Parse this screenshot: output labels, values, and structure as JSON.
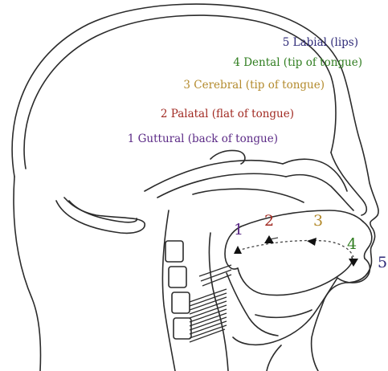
{
  "labels": [
    {
      "id": "labial",
      "text": "5 Labial (lips)",
      "color": "#2e2a78"
    },
    {
      "id": "dental",
      "text": "4 Dental (tip of tongue)",
      "color": "#2f7d1f"
    },
    {
      "id": "cerebral",
      "text": "3 Cerebral (tip of tongue)",
      "color": "#b38a2c"
    },
    {
      "id": "palatal",
      "text": "2 Palatal (flat of tongue)",
      "color": "#a12a22"
    },
    {
      "id": "guttural",
      "text": "1 Guttural (back of tongue)",
      "color": "#5b2a86"
    }
  ],
  "points": [
    {
      "id": "p1",
      "text": "1",
      "color": "#5b2a86"
    },
    {
      "id": "p2",
      "text": "2",
      "color": "#a12a22"
    },
    {
      "id": "p3",
      "text": "3",
      "color": "#b38a2c"
    },
    {
      "id": "p4",
      "text": "4",
      "color": "#2f7d1f"
    },
    {
      "id": "p5",
      "text": "5",
      "color": "#2e2a78"
    }
  ],
  "colors": {
    "outline": "#2b2b2b",
    "background": "#ffffff"
  }
}
